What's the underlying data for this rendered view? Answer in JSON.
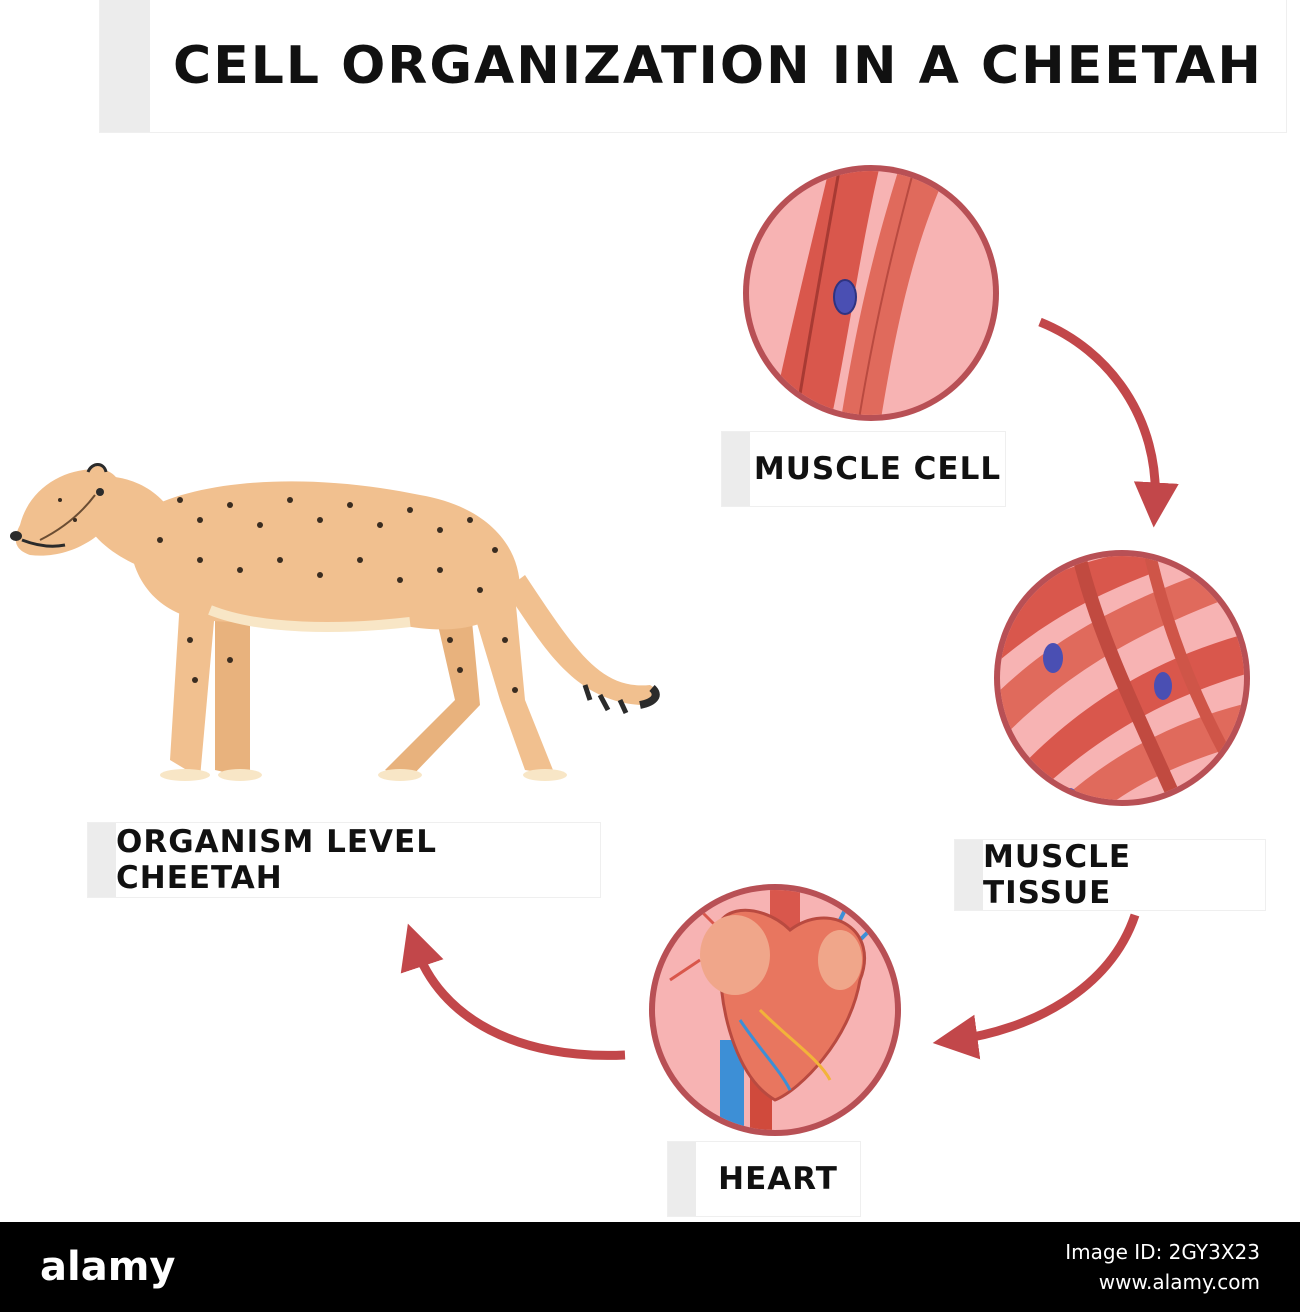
{
  "title": "CELL ORGANIZATION IN A CHEETAH",
  "stages": {
    "muscle_cell": "MUSCLE CELL",
    "muscle_tissue": "MUSCLE TISSUE",
    "heart": "HEART",
    "organism": "ORGANISM LEVEL CHEETAH"
  },
  "footer": {
    "brand": "alamy",
    "image_id": "Image ID: 2GY3X23",
    "site": "www.alamy.com"
  },
  "colors": {
    "arrow": "#c2474a",
    "circle_border": "#b85055",
    "circle_fill": "#f7b3b3",
    "muscle": "#d9574c"
  }
}
